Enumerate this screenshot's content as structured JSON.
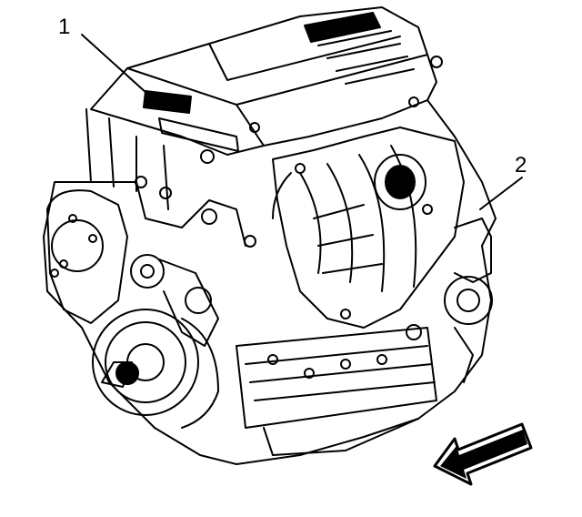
{
  "callouts": [
    {
      "label": "1"
    },
    {
      "label": "2"
    }
  ],
  "colors": {
    "ink": "#000000",
    "paper": "#ffffff"
  },
  "icons": [
    "engine-line-drawing",
    "direction-arrow-icon"
  ]
}
